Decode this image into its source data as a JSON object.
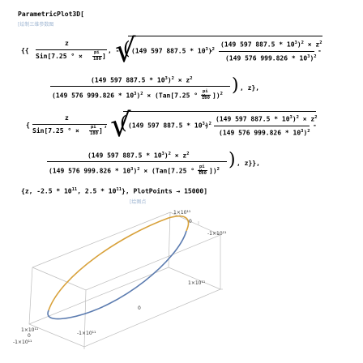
{
  "code": {
    "function_name": "ParametricPlot3D[",
    "function_hint": "[绘制三维参数图",
    "open": "{{",
    "z": "z",
    "sin_expr": "Sin[7.25 ° × ",
    "pi": "pi",
    "d180": "180",
    "close_br": "]",
    "comma_minus": ", -",
    "term1": "(149 597 887.5 * 10",
    "exp3": "3",
    "close_sq": ")",
    "two": "2",
    "minus": " - ",
    "frac_num": "(149 597 887.5 * 10",
    "times_z2": " × z",
    "frac_den": "(149 576 999.826 * 10",
    "tan_expr": " × (Tan[7.25 ° × ",
    "after1": ", z},",
    "open2": "{",
    "comma2": ",",
    "after2": ", z}},",
    "range": "{z, -2.5 * 10",
    "exp11": "11",
    "range_mid": ", 2.5 * 10",
    "range_end": "}, PlotPoints → 15000]",
    "plot_hint": "[绘图点"
  },
  "plot": {
    "axis_labels": {
      "top_1e11": "1×10¹¹",
      "top_0": "0",
      "right_neg": "-1×10¹¹",
      "front_right_1e11": "1×10¹¹",
      "bottom_0": "0",
      "bottom_neg": "-1×10¹¹",
      "left_1e11": "1×10¹¹",
      "left_0": "0",
      "left_neg": "-1×10¹¹"
    },
    "colors": {
      "series_1": "#d8a13a",
      "series_2": "#5c7cb0",
      "box": "#bdbdbd"
    }
  }
}
